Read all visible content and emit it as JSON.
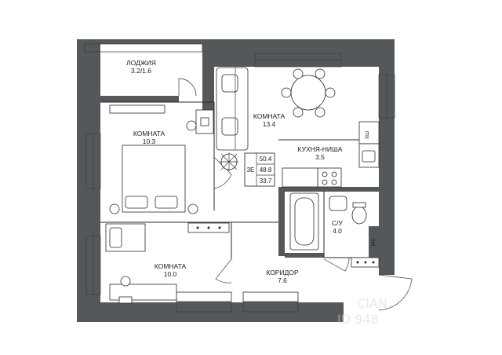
{
  "rooms": {
    "loggia": {
      "name": "ЛОДЖИЯ",
      "area": "3.2/1.6"
    },
    "room_big": {
      "name": "КОМНАТА",
      "area": "13.4"
    },
    "room_left": {
      "name": "КОМНАТА",
      "area": "10.3"
    },
    "kitchen": {
      "name": "КУХНЯ-НИША",
      "area": "3.5"
    },
    "bathroom": {
      "name": "С/У",
      "area": "4.0"
    },
    "room_bottom": {
      "name": "КОМНАТА",
      "area": "10.0"
    },
    "corridor": {
      "name": "КОРИДОР",
      "area": "7.6"
    }
  },
  "summary": {
    "type": "3Е",
    "total": "50.4",
    "living_with_kitchen": "48.8",
    "living": "33.7"
  },
  "fixtures": {
    "fridge_label": "ХШ",
    "shaft_label": "МС"
  },
  "watermark": {
    "brand": "CIAN",
    "id": "ID 948"
  },
  "colors": {
    "wall": "#55585b",
    "background": "#ffffff"
  }
}
